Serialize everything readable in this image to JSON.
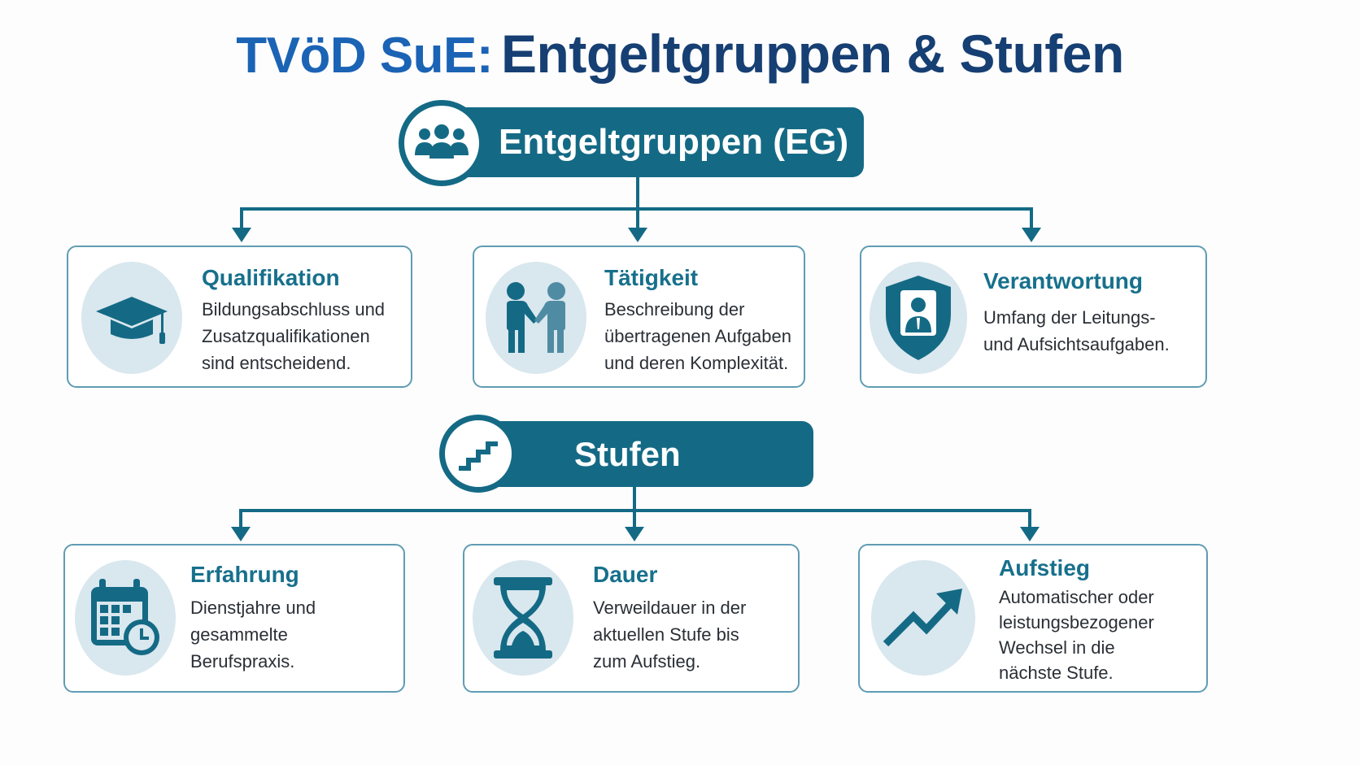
{
  "title": {
    "part1": "TVöD SuE:",
    "part2": "Entgeltgruppen & Stufen"
  },
  "sections": {
    "eg": {
      "label": "Entgeltgruppen (EG)",
      "icon": "people-group-icon"
    },
    "stufen": {
      "label": "Stufen",
      "icon": "stairs-icon"
    }
  },
  "cards": {
    "qualifikation": {
      "title": "Qualifikation",
      "icon": "graduation-cap-icon",
      "lines": [
        "Bildungsabschluss und",
        "Zusatzqualifikationen",
        "sind entscheidend."
      ]
    },
    "taetigkeit": {
      "title": "Tätigkeit",
      "icon": "handshake-icon",
      "lines": [
        "Beschreibung der",
        "übertragenen Aufgaben",
        "und deren Komplexität."
      ]
    },
    "verantwortung": {
      "title": "Verantwortung",
      "icon": "shield-person-icon",
      "lines": [
        "Umfang der Leitungs-",
        "und Aufsichtsaufgaben."
      ]
    },
    "erfahrung": {
      "title": "Erfahrung",
      "icon": "calendar-clock-icon",
      "lines": [
        "Dienstjahre und",
        "gesammelte",
        "Berufspraxis."
      ]
    },
    "dauer": {
      "title": "Dauer",
      "icon": "hourglass-icon",
      "lines": [
        "Verweildauer in der",
        "aktuellen Stufe bis",
        "zum Aufstieg."
      ]
    },
    "aufstieg": {
      "title": "Aufstieg",
      "icon": "trend-up-arrow-icon",
      "lines": [
        "Automatischer oder",
        "leistungsbezogener",
        "Wechsel in die",
        "nächste Stufe."
      ]
    }
  },
  "colors": {
    "primary": "#146a85",
    "title_blue": "#1b63b5",
    "title_navy": "#163f73",
    "card_border": "#5f9cb3",
    "icon_bg": "#d9e7ee"
  }
}
